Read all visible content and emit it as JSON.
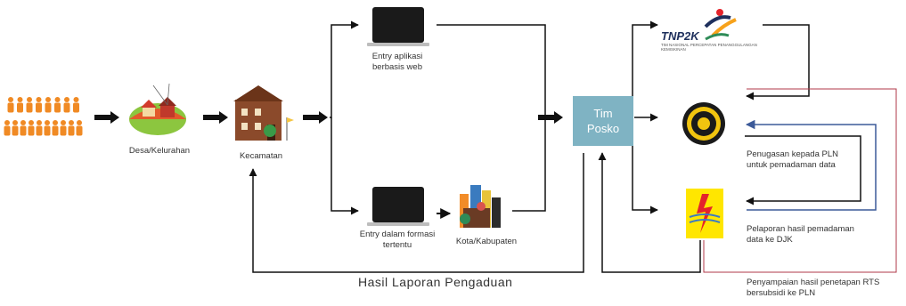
{
  "nodes": {
    "desa_label": "Desa/Kelurahan",
    "kecamatan_label": "Kecamatan",
    "entry_web_label": "Entry aplikasi berbasis web",
    "entry_form_label": "Entry dalam formasi tertentu",
    "kota_label": "Kota/Kabupaten",
    "tim_posko_line1": "Tim",
    "tim_posko_line2": "Posko",
    "tnp2k_logo_text": "TNP2K",
    "tnp2k_logo_subtext": "TIM NASIONAL PERCEPATAN PENANGGULANGAN KEMISKINAN"
  },
  "annotations": {
    "penugasan": "Penugasan kepada PLN untuk pemadaman data",
    "pelaporan": "Pelaporan hasil pemadaman data ke DJK",
    "penyampaian": "Penyampaian hasil penetapan RTS bersubsidi ke PLN"
  },
  "footer": {
    "hasil_laporan": "Hasil Laporan Pengaduan"
  },
  "colors": {
    "tim_posko": "#7fb3c3",
    "people": "#f08a24",
    "feedback_blue": "#3c5a99",
    "feedback_red": "#b03a48",
    "pln_yellow": "#ffe600",
    "pln_red": "#e4232b",
    "tnp2k_navy": "#1e2f5c"
  }
}
